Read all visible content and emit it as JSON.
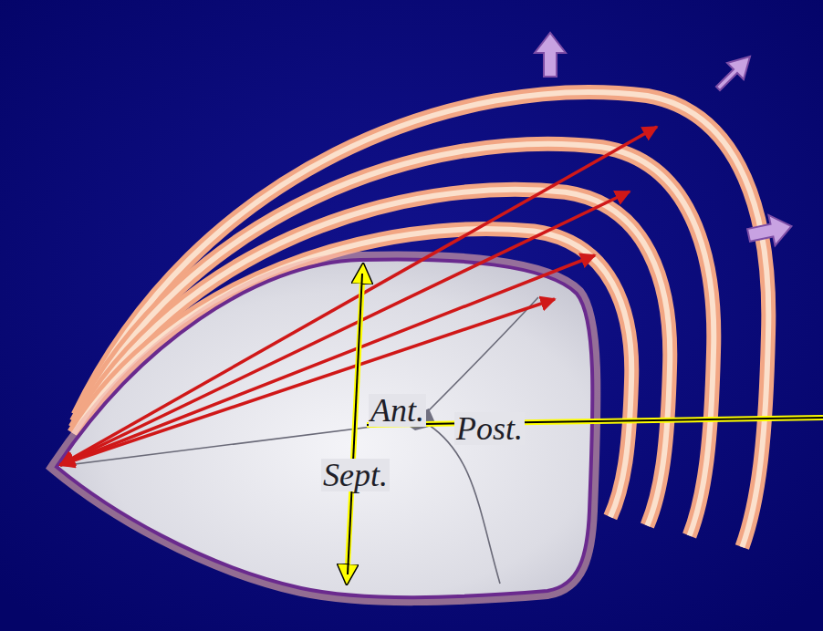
{
  "diagram": {
    "labels": [
      "Ant.",
      "Post.",
      "Sept."
    ]
  }
}
